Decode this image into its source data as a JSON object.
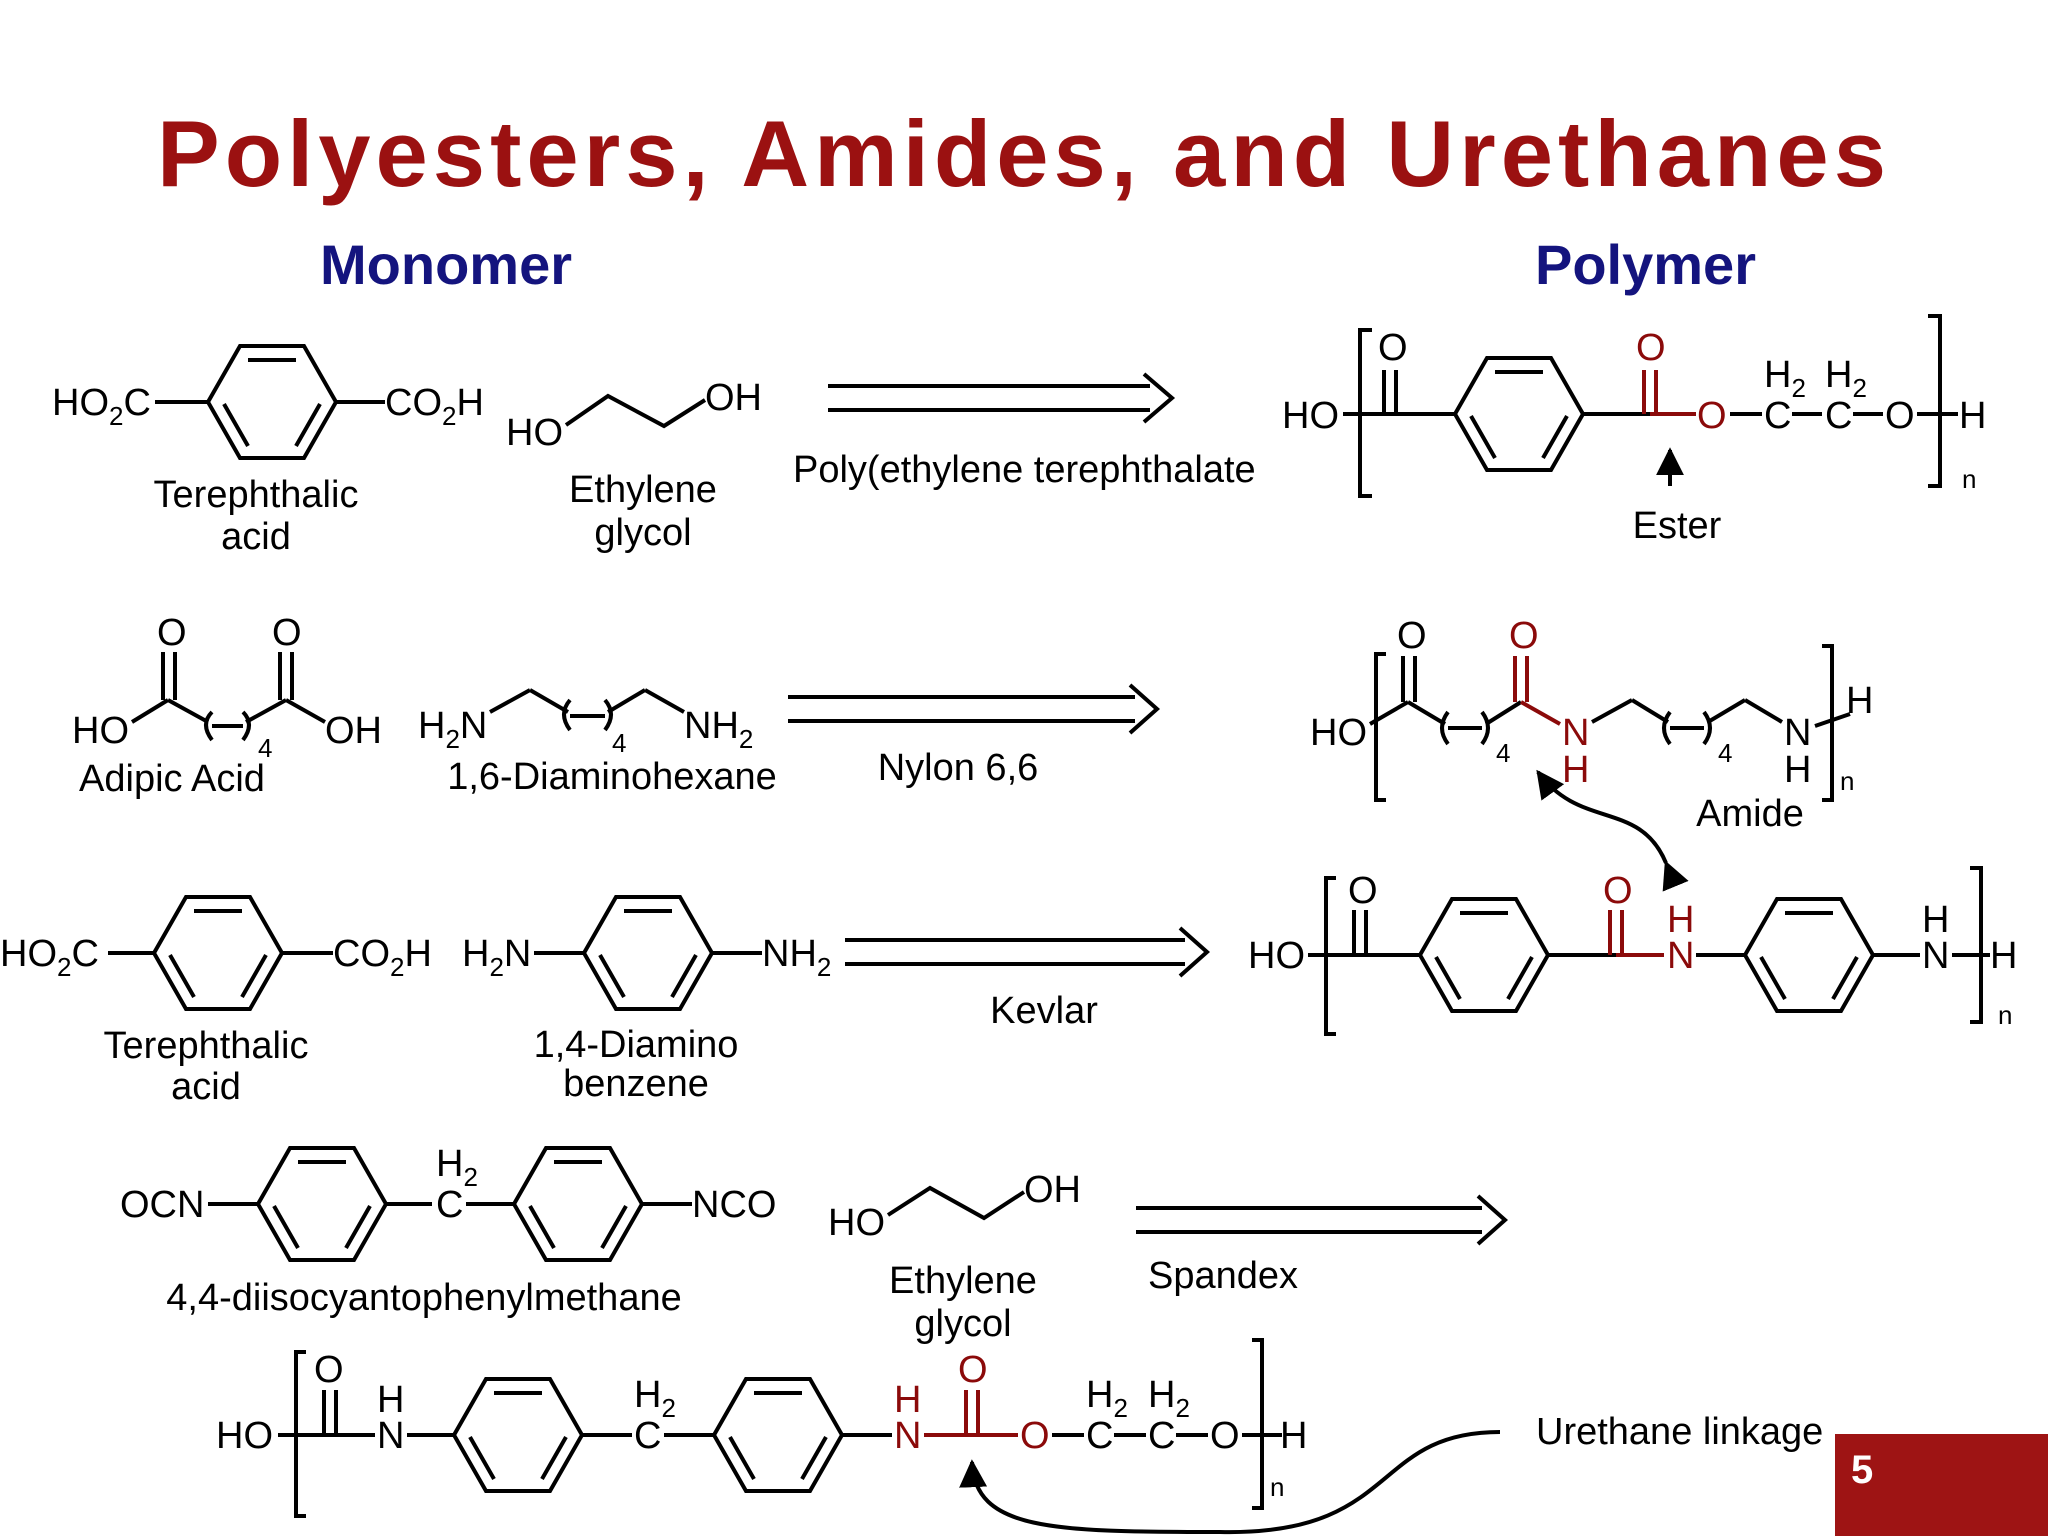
{
  "title": "Polyesters, Amides, and Urethanes",
  "headers": {
    "monomer": "Monomer",
    "polymer": "Polymer"
  },
  "page_number": "5",
  "rows": {
    "pet": {
      "monomer1_name": "Terephthalic acid",
      "monomer2_name": "Ethylene glycol",
      "polymer_name": "Poly(ethylene terephthalate",
      "linkage_label": "Ester"
    },
    "nylon": {
      "monomer1_name": "Adipic Acid",
      "monomer2_name": "1,6-Diaminohexane",
      "polymer_name": "Nylon 6,6",
      "linkage_label": "Amide"
    },
    "kevlar": {
      "monomer1_name": "Terephthalic acid",
      "monomer2_name": "1,4-Diamino benzene",
      "polymer_name": "Kevlar"
    },
    "spandex": {
      "monomer1_name": "4,4-diisocyantophenylmethane",
      "monomer2_name": "Ethylene glycol",
      "polymer_name": "Spandex",
      "linkage_label": "Urethane linkage"
    }
  },
  "colors": {
    "title": "#9b1111",
    "header": "#14147e",
    "linkage": "#8b0a0a",
    "page_badge": "#9e1414"
  }
}
